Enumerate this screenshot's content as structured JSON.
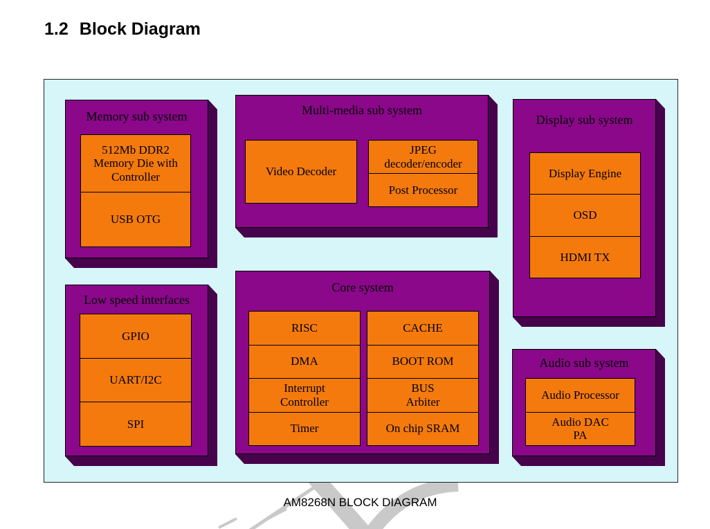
{
  "page": {
    "heading_number": "1.2",
    "heading_title": "Block Diagram",
    "caption": "AM8268N BLOCK DIAGRAM"
  },
  "colors": {
    "canvas_background": "#d6f6f9",
    "block_purple": "#8a0889",
    "block_shadow_purple": "#47024c",
    "cell_orange": "#f47a0e",
    "border_black": "#000000",
    "watermark_gray": "#c9c9c9"
  },
  "diagram": {
    "blocks": [
      {
        "id": "memory",
        "title": "Memory sub system",
        "groups": [
          {
            "cells": [
              "512Mb DDR2\nMemory Die with\nController",
              "USB OTG"
            ]
          }
        ]
      },
      {
        "id": "multimedia",
        "title": "Multi-media sub system",
        "groups": [
          {
            "cells": [
              "Video Decoder"
            ]
          },
          {
            "cells": [
              "JPEG\ndecoder/encoder",
              "Post Processor"
            ]
          }
        ]
      },
      {
        "id": "display",
        "title": "Display sub system",
        "groups": [
          {
            "cells": [
              "Display Engine",
              "OSD",
              "HDMI TX"
            ]
          }
        ]
      },
      {
        "id": "lowspeed",
        "title": "Low speed interfaces",
        "groups": [
          {
            "cells": [
              "GPIO",
              "UART/I2C",
              "SPI"
            ]
          }
        ]
      },
      {
        "id": "core",
        "title": "Core system",
        "groups": [
          {
            "cells": [
              "RISC",
              "DMA",
              "Interrupt\nController",
              "Timer"
            ]
          },
          {
            "cells": [
              "CACHE",
              "BOOT ROM",
              "BUS\nArbiter",
              "On chip SRAM"
            ]
          }
        ]
      },
      {
        "id": "audio",
        "title": "Audio sub system",
        "groups": [
          {
            "cells": [
              "Audio Processor",
              "Audio DAC\nPA"
            ]
          }
        ]
      }
    ]
  }
}
